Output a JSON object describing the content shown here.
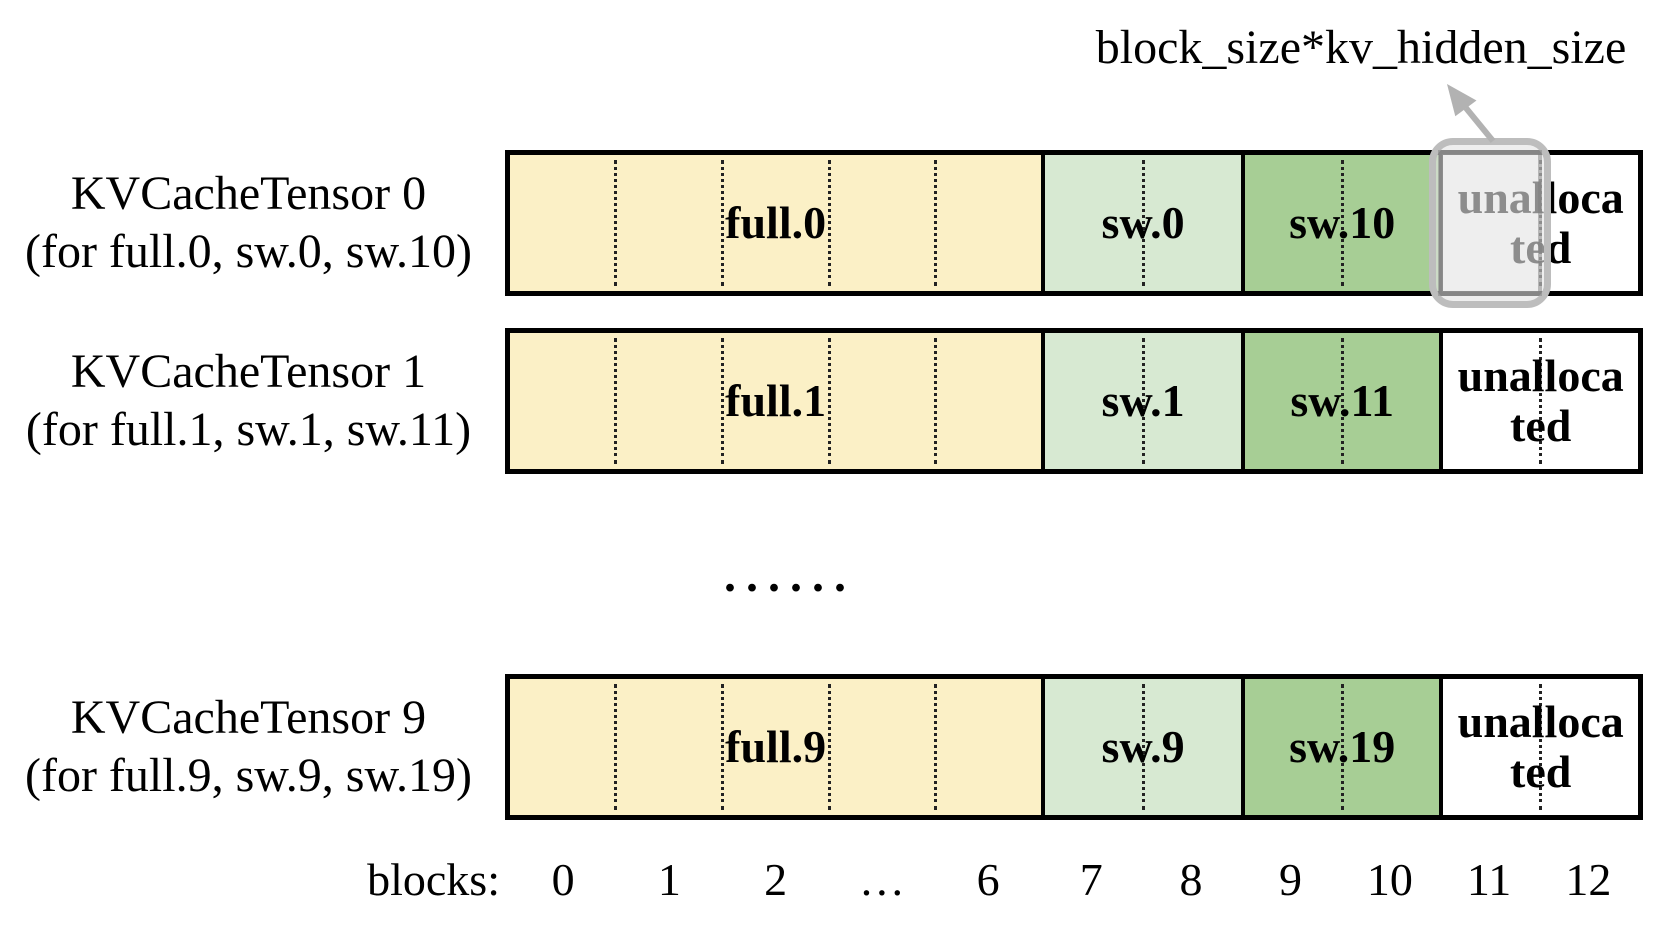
{
  "figure": {
    "annotation": "block_size*kv_hidden_size",
    "ellipsis": "......",
    "tensors": [
      {
        "title": "KVCacheTensor 0",
        "subtitle": "(for full.0, sw.0, sw.10)",
        "full_label": "full.0",
        "sw_low_label": "sw.0",
        "sw_high_label": "sw.10",
        "unallocated_label": "unallocated",
        "highlighted_block": "11"
      },
      {
        "title": "KVCacheTensor 1",
        "subtitle": "(for full.1, sw.1, sw.11)",
        "full_label": "full.1",
        "sw_low_label": "sw.1",
        "sw_high_label": "sw.11",
        "unallocated_label": "unallocated"
      },
      {
        "title": "KVCacheTensor 9",
        "subtitle": "(for full.9, sw.9, sw.19)",
        "full_label": "full.9",
        "sw_low_label": "sw.9",
        "sw_high_label": "sw.19",
        "unallocated_label": "unallocated"
      }
    ],
    "axis": {
      "label": "blocks:",
      "ticks": [
        "0",
        "1",
        "2",
        "…",
        "6",
        "7",
        "8",
        "9",
        "10",
        "11",
        "12"
      ]
    },
    "colors": {
      "full": "#FBF0C6",
      "sw_low": "#D7E9D2",
      "sw_high": "#A7CE95",
      "unallocated": "#FFFFFF",
      "highlight_border": "#BDBDBD",
      "arrow": "#B2B2B2",
      "border": "#000000"
    }
  }
}
